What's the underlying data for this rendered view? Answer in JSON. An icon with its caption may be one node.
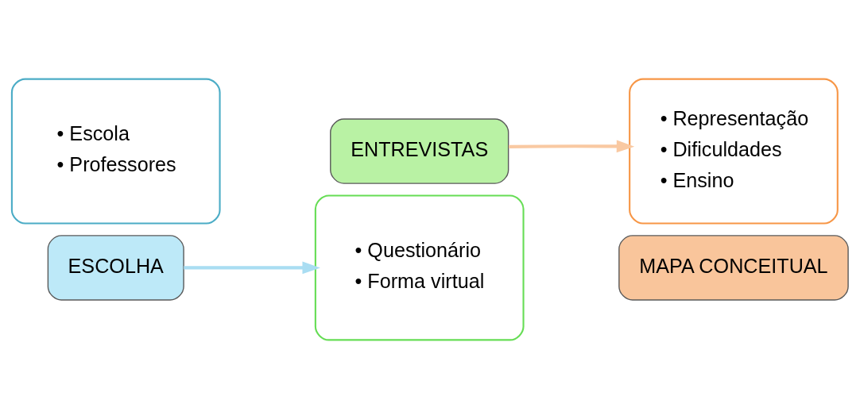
{
  "diagram": {
    "nodes": [
      {
        "text": [
          "• Escola",
          "• Professores"
        ]
      },
      {
        "text": [
          "ESCOLHA"
        ]
      },
      {
        "text": [
          "ENTREVISTAS"
        ]
      },
      {
        "text": [
          "• Questionário",
          "• Forma virtual"
        ]
      },
      {
        "text": [
          "• Representação",
          "• Dificuldades",
          "• Ensino"
        ]
      },
      {
        "text": [
          "MAPA CONCEITUAL"
        ]
      }
    ],
    "edges": [
      {
        "from": 1,
        "to": 3,
        "arrow": "to",
        "color": "#a9ddf2"
      },
      {
        "from": 2,
        "to": 4,
        "arrow": "to",
        "color": "#f9c9a2"
      }
    ]
  }
}
